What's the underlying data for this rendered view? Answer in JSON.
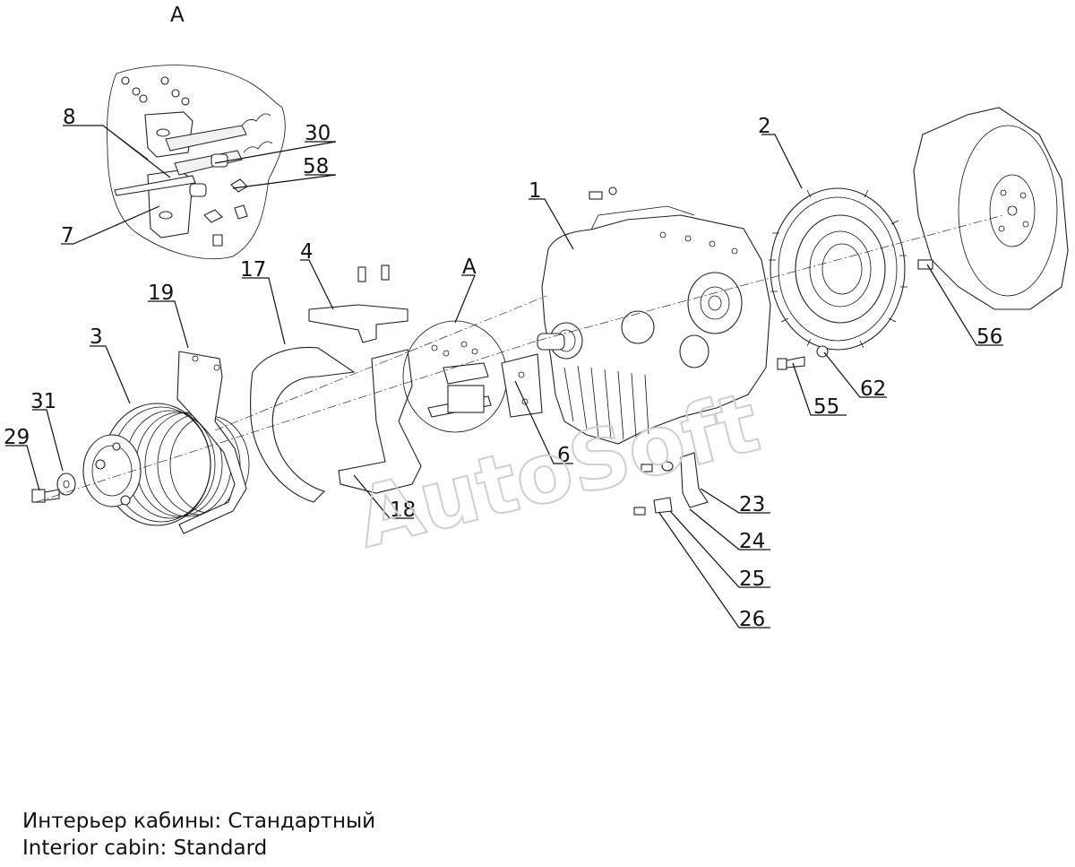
{
  "labels": {
    "view_a_top": "A",
    "view_a_mid": "A",
    "p1": "1",
    "p2": "2",
    "p3": "3",
    "p4": "4",
    "p6": "6",
    "p7": "7",
    "p8": "8",
    "p17": "17",
    "p18": "18",
    "p19": "19",
    "p23": "23",
    "p24": "24",
    "p25": "25",
    "p26": "26",
    "p29": "29",
    "p30": "30",
    "p31": "31",
    "p55": "55",
    "p56": "56",
    "p58": "58",
    "p62": "62"
  },
  "watermark": "AutoSoft",
  "caption": {
    "ru": "Интерьер кабины: Стандартный",
    "en": "Interior cabin: Standard"
  }
}
